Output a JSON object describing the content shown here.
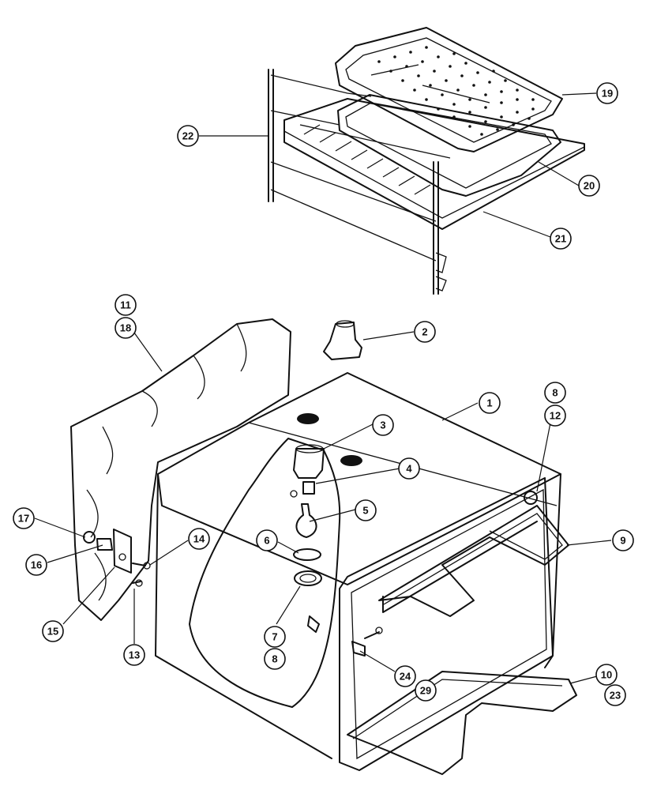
{
  "callouts": [
    {
      "id": "c1",
      "label": "1"
    },
    {
      "id": "c2",
      "label": "2"
    },
    {
      "id": "c3",
      "label": "3"
    },
    {
      "id": "c4",
      "label": "4"
    },
    {
      "id": "c5",
      "label": "5"
    },
    {
      "id": "c6",
      "label": "6"
    },
    {
      "id": "c7",
      "label": "7"
    },
    {
      "id": "c7b",
      "label": "8"
    },
    {
      "id": "c8",
      "label": "8"
    },
    {
      "id": "c12",
      "label": "12"
    },
    {
      "id": "c9",
      "label": "9"
    },
    {
      "id": "c10",
      "label": "10"
    },
    {
      "id": "c23",
      "label": "23"
    },
    {
      "id": "c11",
      "label": "11"
    },
    {
      "id": "c18",
      "label": "18"
    },
    {
      "id": "c13",
      "label": "13"
    },
    {
      "id": "c14",
      "label": "14"
    },
    {
      "id": "c15",
      "label": "15"
    },
    {
      "id": "c16",
      "label": "16"
    },
    {
      "id": "c17",
      "label": "17"
    },
    {
      "id": "c19",
      "label": "19"
    },
    {
      "id": "c20",
      "label": "20"
    },
    {
      "id": "c21",
      "label": "21"
    },
    {
      "id": "c22",
      "label": "22"
    },
    {
      "id": "c24",
      "label": "24"
    },
    {
      "id": "c29",
      "label": "29"
    }
  ]
}
